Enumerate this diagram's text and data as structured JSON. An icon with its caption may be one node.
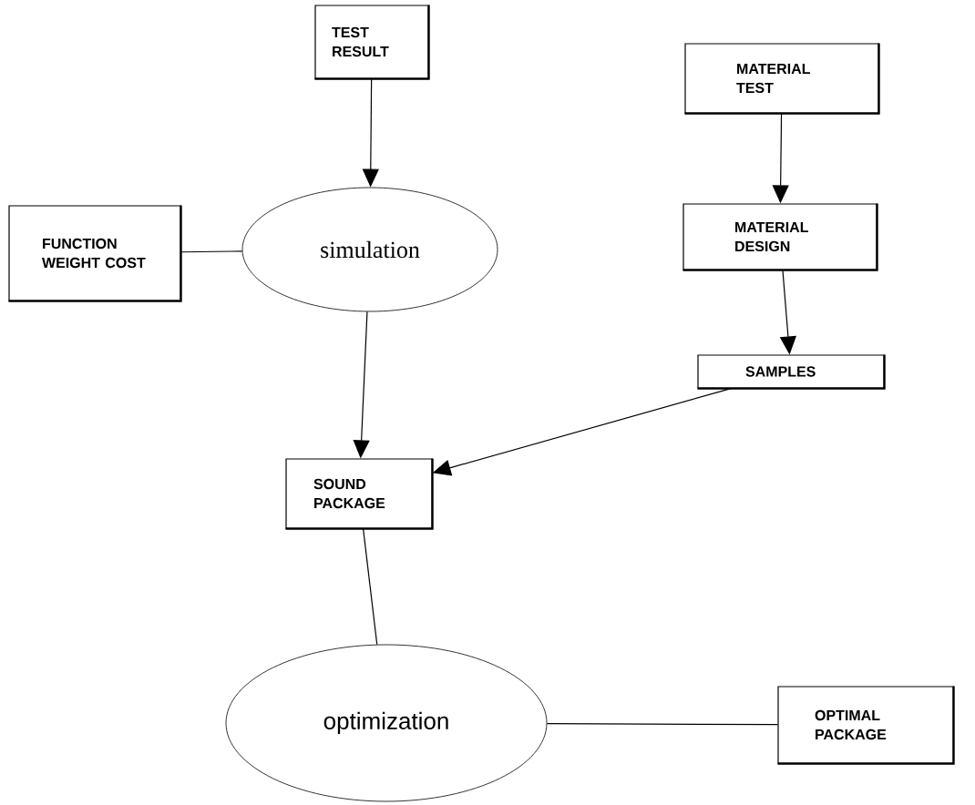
{
  "diagram": {
    "nodes": [
      {
        "text": [
          "TEST RESULT"
        ]
      },
      {
        "text": [
          "MATERIAL TEST"
        ]
      },
      {
        "text": [
          "FUNCTION WEIGHT COST"
        ]
      },
      {
        "text": [
          "simulation"
        ]
      },
      {
        "text": [
          "MATERIAL DESIGN"
        ]
      },
      {
        "text": [
          "SAMPLES"
        ]
      },
      {
        "text": [
          "SOUND PACKAGE"
        ]
      },
      {
        "text": [
          "optimization"
        ]
      },
      {
        "text": [
          "OPTIMAL PACKAGE"
        ]
      }
    ],
    "edges": [
      {
        "from": 0,
        "to": 3,
        "arrow": "to"
      },
      {
        "from": 1,
        "to": 4,
        "arrow": "to"
      },
      {
        "from": 2,
        "to": 3,
        "arrow": "none"
      },
      {
        "from": 4,
        "to": 5,
        "arrow": "to"
      },
      {
        "from": 3,
        "to": 6,
        "arrow": "to"
      },
      {
        "from": 5,
        "to": 6,
        "arrow": "to"
      },
      {
        "from": 6,
        "to": 7,
        "arrow": "none"
      },
      {
        "from": 7,
        "to": 8,
        "arrow": "none"
      }
    ]
  }
}
